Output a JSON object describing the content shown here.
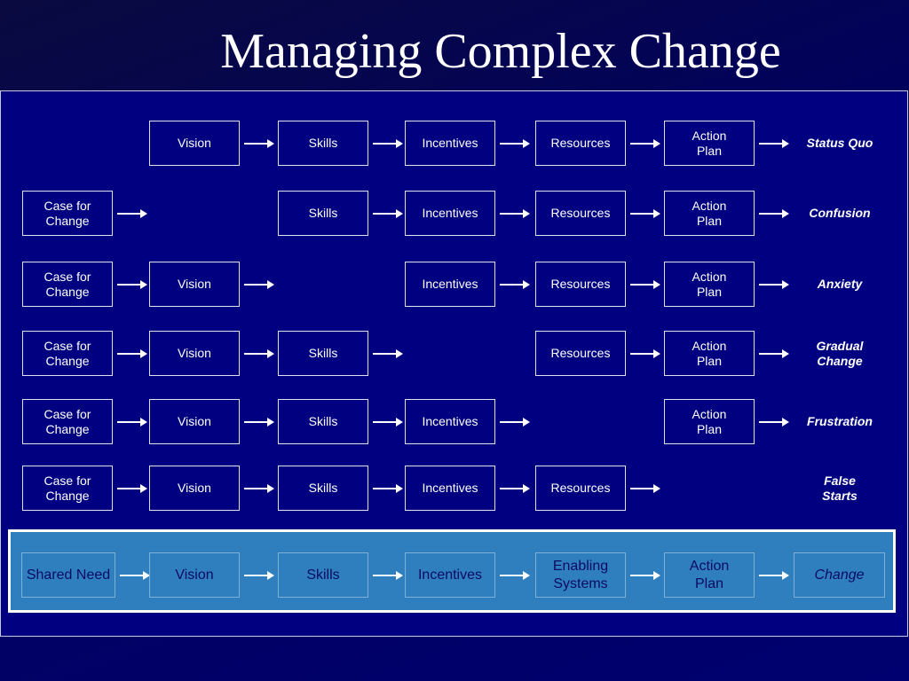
{
  "title": "Managing Complex Change",
  "rows": [
    {
      "cells": [
        "",
        "Vision",
        "Skills",
        "Incentives",
        "Resources",
        "Action\nPlan"
      ],
      "outcome": "Status Quo"
    },
    {
      "cells": [
        "Case for\nChange",
        "",
        "Skills",
        "Incentives",
        "Resources",
        "Action\nPlan"
      ],
      "outcome": "Confusion"
    },
    {
      "cells": [
        "Case for\nChange",
        "Vision",
        "",
        "Incentives",
        "Resources",
        "Action\nPlan"
      ],
      "outcome": "Anxiety"
    },
    {
      "cells": [
        "Case for\nChange",
        "Vision",
        "Skills",
        "",
        "Resources",
        "Action\nPlan"
      ],
      "outcome": "Gradual\nChange"
    },
    {
      "cells": [
        "Case for\nChange",
        "Vision",
        "Skills",
        "Incentives",
        "",
        "Action\nPlan"
      ],
      "outcome": "Frustration"
    },
    {
      "cells": [
        "Case for\nChange",
        "Vision",
        "Skills",
        "Incentives",
        "Resources",
        ""
      ],
      "outcome": "False\nStarts"
    }
  ],
  "shared_row": {
    "cells": [
      "Shared Need",
      "Vision",
      "Skills",
      "Incentives",
      "Enabling\nSystems",
      "Action\nPlan"
    ],
    "outcome": "Change"
  },
  "colors": {
    "background": "#000080",
    "shared_background": "#2f7fbf",
    "text": "#ffffff",
    "shared_text": "#0a0a60"
  }
}
